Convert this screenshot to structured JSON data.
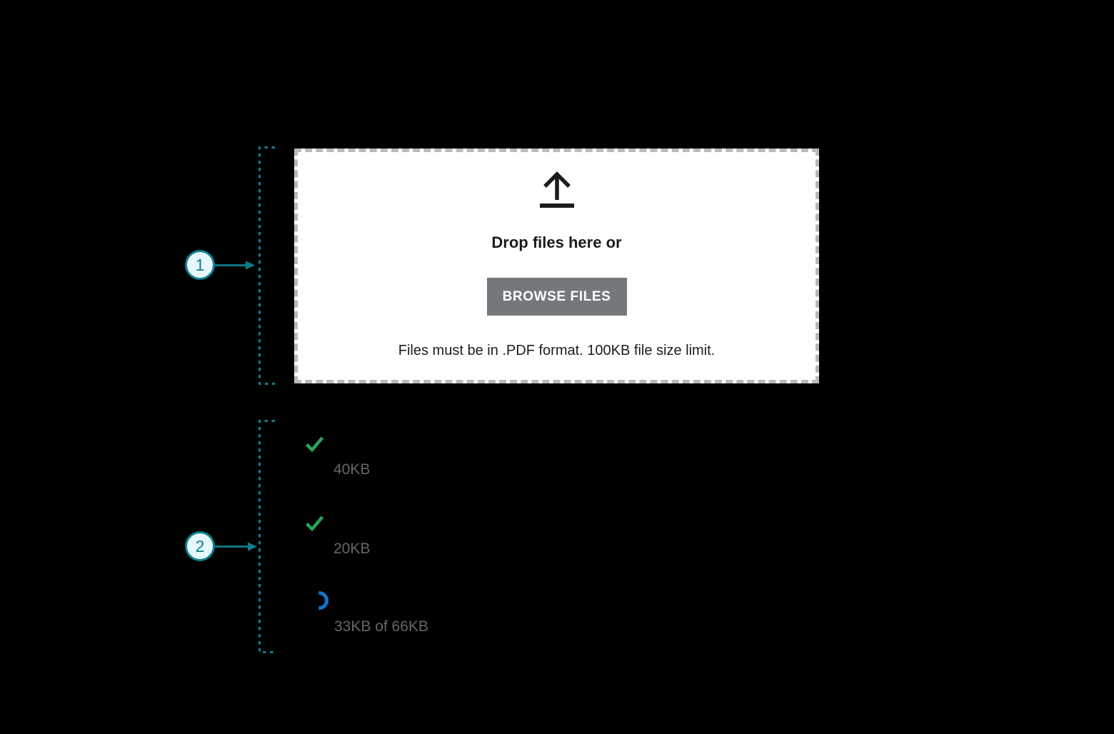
{
  "colors": {
    "canvas_bg": "#000000",
    "dropzone_bg": "#ffffff",
    "border_gray": "#b9b9b9",
    "button_gray": "#75787b",
    "dark_text": "#1c1c1c",
    "gray_text": "#63666a",
    "teal": "#0d7f8e",
    "teal_fill": "#e7f8fc",
    "green": "#2aa05c",
    "blue": "#1274c8"
  },
  "dropzone": {
    "icon": "upload-arrow-icon",
    "title": "Drop files here or",
    "browse_button": "BROWSE FILES",
    "helper_text": "Files must be in .PDF format. 100KB file size limit."
  },
  "callouts": [
    {
      "number": "1",
      "target": "dropzone"
    },
    {
      "number": "2",
      "target": "upload-status-list"
    }
  ],
  "upload_list": {
    "items": [
      {
        "status": "uploaded",
        "icon": "check-icon",
        "size_label": "40KB"
      },
      {
        "status": "uploaded",
        "icon": "check-icon",
        "size_label": "20KB"
      },
      {
        "status": "uploading",
        "icon": "spinner-icon",
        "size_label": "33KB of 66KB"
      }
    ]
  }
}
